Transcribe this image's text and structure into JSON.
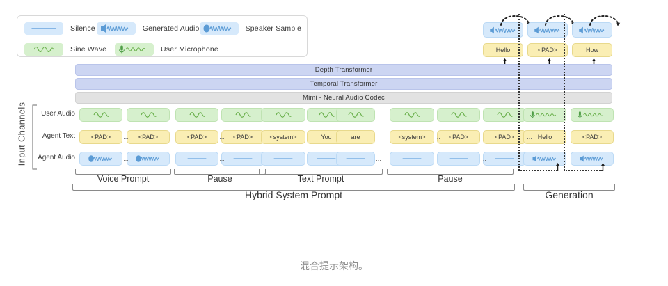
{
  "legend": {
    "items": [
      {
        "icon": "silence-line-icon",
        "swatch": "blue",
        "label": "Silence"
      },
      {
        "icon": "generated-audio-icon",
        "swatch": "blue",
        "label": "Generated Audio"
      },
      {
        "icon": "speaker-sample-icon",
        "swatch": "blue",
        "label": "Speaker Sample"
      },
      {
        "icon": "sine-wave-icon",
        "swatch": "green",
        "label": "Sine Wave"
      },
      {
        "icon": "user-microphone-icon",
        "swatch": "green",
        "label": "User Microphone"
      }
    ]
  },
  "stack": {
    "depth": "Depth Transformer",
    "temporal": "Temporal Transformer",
    "mimi": "Mimi - Neural Audio Codec"
  },
  "axis": {
    "input_channels": "Input Channels"
  },
  "rows": {
    "user_audio": "User Audio",
    "agent_text": "Agent Text",
    "agent_audio": "Agent Audio"
  },
  "generation": {
    "columns": [
      {
        "audio": "generated-audio-icon",
        "text": "Hello"
      },
      {
        "audio": "generated-audio-icon",
        "text": "<PAD>"
      },
      {
        "audio": "generated-audio-icon",
        "text": "How"
      }
    ]
  },
  "grid": {
    "user_audio": [
      {
        "kind": "sine"
      },
      {
        "kind": "sine"
      },
      {
        "kind": "sine"
      },
      {
        "kind": "sine"
      },
      {
        "kind": "sine"
      },
      {
        "kind": "sine"
      },
      {
        "kind": "sine"
      },
      {
        "kind": "sine"
      },
      {
        "kind": "sine"
      },
      {
        "kind": "sine"
      },
      {
        "kind": "mic"
      },
      {
        "kind": "mic"
      }
    ],
    "agent_text": [
      {
        "text": "<PAD>"
      },
      {
        "text": "<PAD>"
      },
      {
        "text": "<PAD>"
      },
      {
        "text": "<PAD>"
      },
      {
        "text": "<system>"
      },
      {
        "text": "You"
      },
      {
        "text": "are"
      },
      {
        "text": "<system>"
      },
      {
        "text": "<PAD>"
      },
      {
        "text": "<PAD>"
      },
      {
        "text": "Hello"
      },
      {
        "text": "<PAD>"
      }
    ],
    "agent_audio": [
      {
        "kind": "speaker"
      },
      {
        "kind": "speaker"
      },
      {
        "kind": "silence"
      },
      {
        "kind": "silence"
      },
      {
        "kind": "silence"
      },
      {
        "kind": "silence"
      },
      {
        "kind": "silence"
      },
      {
        "kind": "silence"
      },
      {
        "kind": "silence"
      },
      {
        "kind": "silence"
      },
      {
        "kind": "generated"
      },
      {
        "kind": "generated"
      }
    ],
    "ellipsis": "..."
  },
  "brackets": {
    "voice_prompt": "Voice Prompt",
    "pause_1": "Pause",
    "text_prompt": "Text Prompt",
    "pause_2": "Pause",
    "hybrid_system_prompt": "Hybrid System Prompt",
    "generation": "Generation"
  },
  "caption": "混合提示架构。",
  "colors": {
    "green_fill": "#d6f0cd",
    "green_stroke": "#4f9e47",
    "yellow_fill": "#faeeb4",
    "blue_fill": "#d6e9fb",
    "blue_stroke": "#4a90d9",
    "transformer_fill": "#ccd5f2",
    "codec_fill": "#e2e2e2"
  }
}
